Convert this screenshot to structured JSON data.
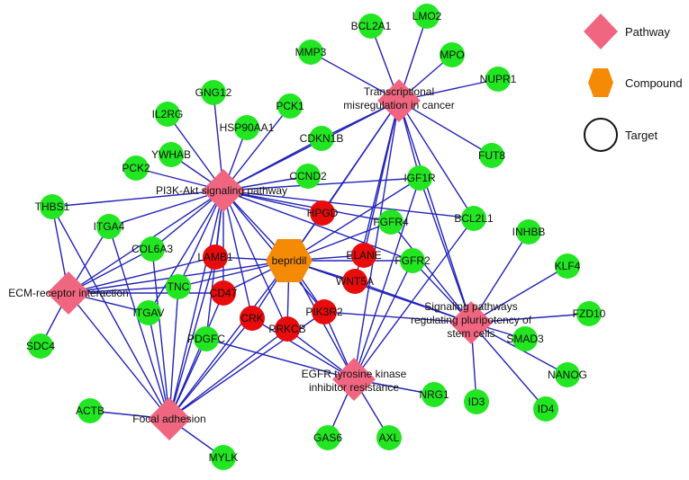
{
  "colors": {
    "edge": "#2323b8",
    "pathway": "#f06680",
    "compound": "#f58a07",
    "target_green": "#22e622",
    "target_red": "#e80c0c",
    "target_outline": "#111111"
  },
  "legend": {
    "pathway": "Pathway",
    "compound": "Compound",
    "target": "Target"
  },
  "nodes": [
    {
      "id": "pi3k",
      "label": "PI3K-Akt signaling pathway",
      "type": "pathway"
    },
    {
      "id": "trans",
      "label": "Transcriptional\nmisregulation in cancer",
      "type": "pathway"
    },
    {
      "id": "ecm",
      "label": "ECM-receptor interaction",
      "type": "pathway"
    },
    {
      "id": "focal",
      "label": "Focal adhesion",
      "type": "pathway"
    },
    {
      "id": "egfr",
      "label": "EGFR tyrosine kinase\ninhibitor resistance",
      "type": "pathway"
    },
    {
      "id": "stem",
      "label": "Signaling pathways\nregulating pluripotency of\nstem cells",
      "type": "pathway"
    },
    {
      "id": "bepridil",
      "label": "bepridil",
      "type": "compound"
    },
    {
      "id": "BCL2A1",
      "label": "BCL2A1",
      "type": "target_green"
    },
    {
      "id": "LMO2",
      "label": "LMO2",
      "type": "target_green"
    },
    {
      "id": "MMP3",
      "label": "MMP3",
      "type": "target_green"
    },
    {
      "id": "MPO",
      "label": "MPO",
      "type": "target_green"
    },
    {
      "id": "NUPR1",
      "label": "NUPR1",
      "type": "target_green"
    },
    {
      "id": "FUT8",
      "label": "FUT8",
      "type": "target_green"
    },
    {
      "id": "GNG12",
      "label": "GNG12",
      "type": "target_green"
    },
    {
      "id": "IL2RG",
      "label": "IL2RG",
      "type": "target_green"
    },
    {
      "id": "PCK1",
      "label": "PCK1",
      "type": "target_green"
    },
    {
      "id": "HSP90AA1",
      "label": "HSP90AA1",
      "type": "target_green"
    },
    {
      "id": "CDKN1B",
      "label": "CDKN1B",
      "type": "target_green"
    },
    {
      "id": "YWHAB",
      "label": "YWHAB",
      "type": "target_green"
    },
    {
      "id": "PCK2",
      "label": "PCK2",
      "type": "target_green"
    },
    {
      "id": "CCND2",
      "label": "CCND2",
      "type": "target_green"
    },
    {
      "id": "IGF1R",
      "label": "IGF1R",
      "type": "target_green"
    },
    {
      "id": "THBS1",
      "label": "THBS1",
      "type": "target_green"
    },
    {
      "id": "ITGA4",
      "label": "ITGA4",
      "type": "target_green"
    },
    {
      "id": "COL6A3",
      "label": "COL6A3",
      "type": "target_green"
    },
    {
      "id": "TNC",
      "label": "TNC",
      "type": "target_green"
    },
    {
      "id": "ITGAV",
      "label": "ITGAV",
      "type": "target_green"
    },
    {
      "id": "SDC4",
      "label": "SDC4",
      "type": "target_green"
    },
    {
      "id": "PDGFC",
      "label": "PDGFC",
      "type": "target_green"
    },
    {
      "id": "ACTB",
      "label": "ACTB",
      "type": "target_green"
    },
    {
      "id": "MYLK",
      "label": "MYLK",
      "type": "target_green"
    },
    {
      "id": "FGFR4",
      "label": "FGFR4",
      "type": "target_green"
    },
    {
      "id": "FGFR2",
      "label": "FGFR2",
      "type": "target_green"
    },
    {
      "id": "BCL2L1",
      "label": "BCL2L1",
      "type": "target_green"
    },
    {
      "id": "INHBB",
      "label": "INHBB",
      "type": "target_green"
    },
    {
      "id": "KLF4",
      "label": "KLF4",
      "type": "target_green"
    },
    {
      "id": "FZD10",
      "label": "FZD10",
      "type": "target_green"
    },
    {
      "id": "SMAD3",
      "label": "SMAD3",
      "type": "target_green"
    },
    {
      "id": "NANOG",
      "label": "NANOG",
      "type": "target_green"
    },
    {
      "id": "ID3",
      "label": "ID3",
      "type": "target_green"
    },
    {
      "id": "ID4",
      "label": "ID4",
      "type": "target_green"
    },
    {
      "id": "NRG1",
      "label": "NRG1",
      "type": "target_green"
    },
    {
      "id": "GAS6",
      "label": "GAS6",
      "type": "target_green"
    },
    {
      "id": "AXL",
      "label": "AXL",
      "type": "target_green"
    },
    {
      "id": "HPGD",
      "label": "HPGD",
      "type": "target_red"
    },
    {
      "id": "LAMB1",
      "label": "LAMB1",
      "type": "target_red"
    },
    {
      "id": "ELANE",
      "label": "ELANE",
      "type": "target_red"
    },
    {
      "id": "WNT5A",
      "label": "WNT5A",
      "type": "target_red"
    },
    {
      "id": "CD47",
      "label": "CD47",
      "type": "target_red"
    },
    {
      "id": "CRK",
      "label": "CRK",
      "type": "target_red"
    },
    {
      "id": "PRKCB",
      "label": "PRKCB",
      "type": "target_red"
    },
    {
      "id": "PIK3R2",
      "label": "PIK3R2",
      "type": "target_red"
    }
  ],
  "edges": [
    [
      "trans",
      "BCL2A1"
    ],
    [
      "trans",
      "LMO2"
    ],
    [
      "trans",
      "MMP3"
    ],
    [
      "trans",
      "MPO"
    ],
    [
      "trans",
      "NUPR1"
    ],
    [
      "trans",
      "FUT8"
    ],
    [
      "trans",
      "CDKN1B"
    ],
    [
      "trans",
      "IGF1R"
    ],
    [
      "trans",
      "BCL2L1"
    ],
    [
      "trans",
      "HPGD"
    ],
    [
      "trans",
      "ELANE"
    ],
    [
      "trans",
      "WNT5A"
    ],
    [
      "trans",
      "bepridil"
    ],
    [
      "pi3k",
      "GNG12"
    ],
    [
      "pi3k",
      "IL2RG"
    ],
    [
      "pi3k",
      "PCK1"
    ],
    [
      "pi3k",
      "HSP90AA1"
    ],
    [
      "pi3k",
      "CDKN1B"
    ],
    [
      "pi3k",
      "YWHAB"
    ],
    [
      "pi3k",
      "PCK2"
    ],
    [
      "pi3k",
      "CCND2"
    ],
    [
      "pi3k",
      "IGF1R"
    ],
    [
      "pi3k",
      "THBS1"
    ],
    [
      "pi3k",
      "ITGA4"
    ],
    [
      "pi3k",
      "COL6A3"
    ],
    [
      "pi3k",
      "TNC"
    ],
    [
      "pi3k",
      "ITGAV"
    ],
    [
      "pi3k",
      "LAMB1"
    ],
    [
      "pi3k",
      "CD47"
    ],
    [
      "pi3k",
      "HPGD"
    ],
    [
      "pi3k",
      "FGFR4"
    ],
    [
      "pi3k",
      "FGFR2"
    ],
    [
      "pi3k",
      "BCL2L1"
    ],
    [
      "pi3k",
      "PDGFC"
    ],
    [
      "pi3k",
      "CRK"
    ],
    [
      "pi3k",
      "PRKCB"
    ],
    [
      "pi3k",
      "PIK3R2"
    ],
    [
      "pi3k",
      "bepridil"
    ],
    [
      "pi3k",
      "trans"
    ],
    [
      "ecm",
      "THBS1"
    ],
    [
      "ecm",
      "ITGA4"
    ],
    [
      "ecm",
      "COL6A3"
    ],
    [
      "ecm",
      "TNC"
    ],
    [
      "ecm",
      "ITGAV"
    ],
    [
      "ecm",
      "SDC4"
    ],
    [
      "ecm",
      "LAMB1"
    ],
    [
      "ecm",
      "CD47"
    ],
    [
      "ecm",
      "bepridil"
    ],
    [
      "ecm",
      "pi3k"
    ],
    [
      "ecm",
      "focal"
    ],
    [
      "focal",
      "THBS1"
    ],
    [
      "focal",
      "ITGA4"
    ],
    [
      "focal",
      "COL6A3"
    ],
    [
      "focal",
      "TNC"
    ],
    [
      "focal",
      "ITGAV"
    ],
    [
      "focal",
      "ACTB"
    ],
    [
      "focal",
      "MYLK"
    ],
    [
      "focal",
      "PDGFC"
    ],
    [
      "focal",
      "LAMB1"
    ],
    [
      "focal",
      "CRK"
    ],
    [
      "focal",
      "PRKCB"
    ],
    [
      "focal",
      "PIK3R2"
    ],
    [
      "focal",
      "bepridil"
    ],
    [
      "focal",
      "pi3k"
    ],
    [
      "focal",
      "CD47"
    ],
    [
      "egfr",
      "IGF1R"
    ],
    [
      "egfr",
      "FGFR2"
    ],
    [
      "egfr",
      "BCL2L1"
    ],
    [
      "egfr",
      "NRG1"
    ],
    [
      "egfr",
      "GAS6"
    ],
    [
      "egfr",
      "AXL"
    ],
    [
      "egfr",
      "CRK"
    ],
    [
      "egfr",
      "PRKCB"
    ],
    [
      "egfr",
      "PIK3R2"
    ],
    [
      "egfr",
      "PDGFC"
    ],
    [
      "egfr",
      "bepridil"
    ],
    [
      "egfr",
      "trans"
    ],
    [
      "stem",
      "INHBB"
    ],
    [
      "stem",
      "KLF4"
    ],
    [
      "stem",
      "FZD10"
    ],
    [
      "stem",
      "SMAD3"
    ],
    [
      "stem",
      "NANOG"
    ],
    [
      "stem",
      "ID3"
    ],
    [
      "stem",
      "ID4"
    ],
    [
      "stem",
      "FGFR2"
    ],
    [
      "stem",
      "FGFR4"
    ],
    [
      "stem",
      "IGF1R"
    ],
    [
      "stem",
      "WNT5A"
    ],
    [
      "stem",
      "PIK3R2"
    ],
    [
      "stem",
      "bepridil"
    ],
    [
      "stem",
      "trans"
    ],
    [
      "bepridil",
      "HPGD"
    ],
    [
      "bepridil",
      "LAMB1"
    ],
    [
      "bepridil",
      "ELANE"
    ],
    [
      "bepridil",
      "WNT5A"
    ],
    [
      "bepridil",
      "CD47"
    ],
    [
      "bepridil",
      "CRK"
    ],
    [
      "bepridil",
      "PRKCB"
    ],
    [
      "bepridil",
      "PIK3R2"
    ],
    [
      "bepridil",
      "FGFR4"
    ],
    [
      "bepridil",
      "FGFR2"
    ],
    [
      "bepridil",
      "IGF1R"
    ],
    [
      "bepridil",
      "TNC"
    ]
  ]
}
